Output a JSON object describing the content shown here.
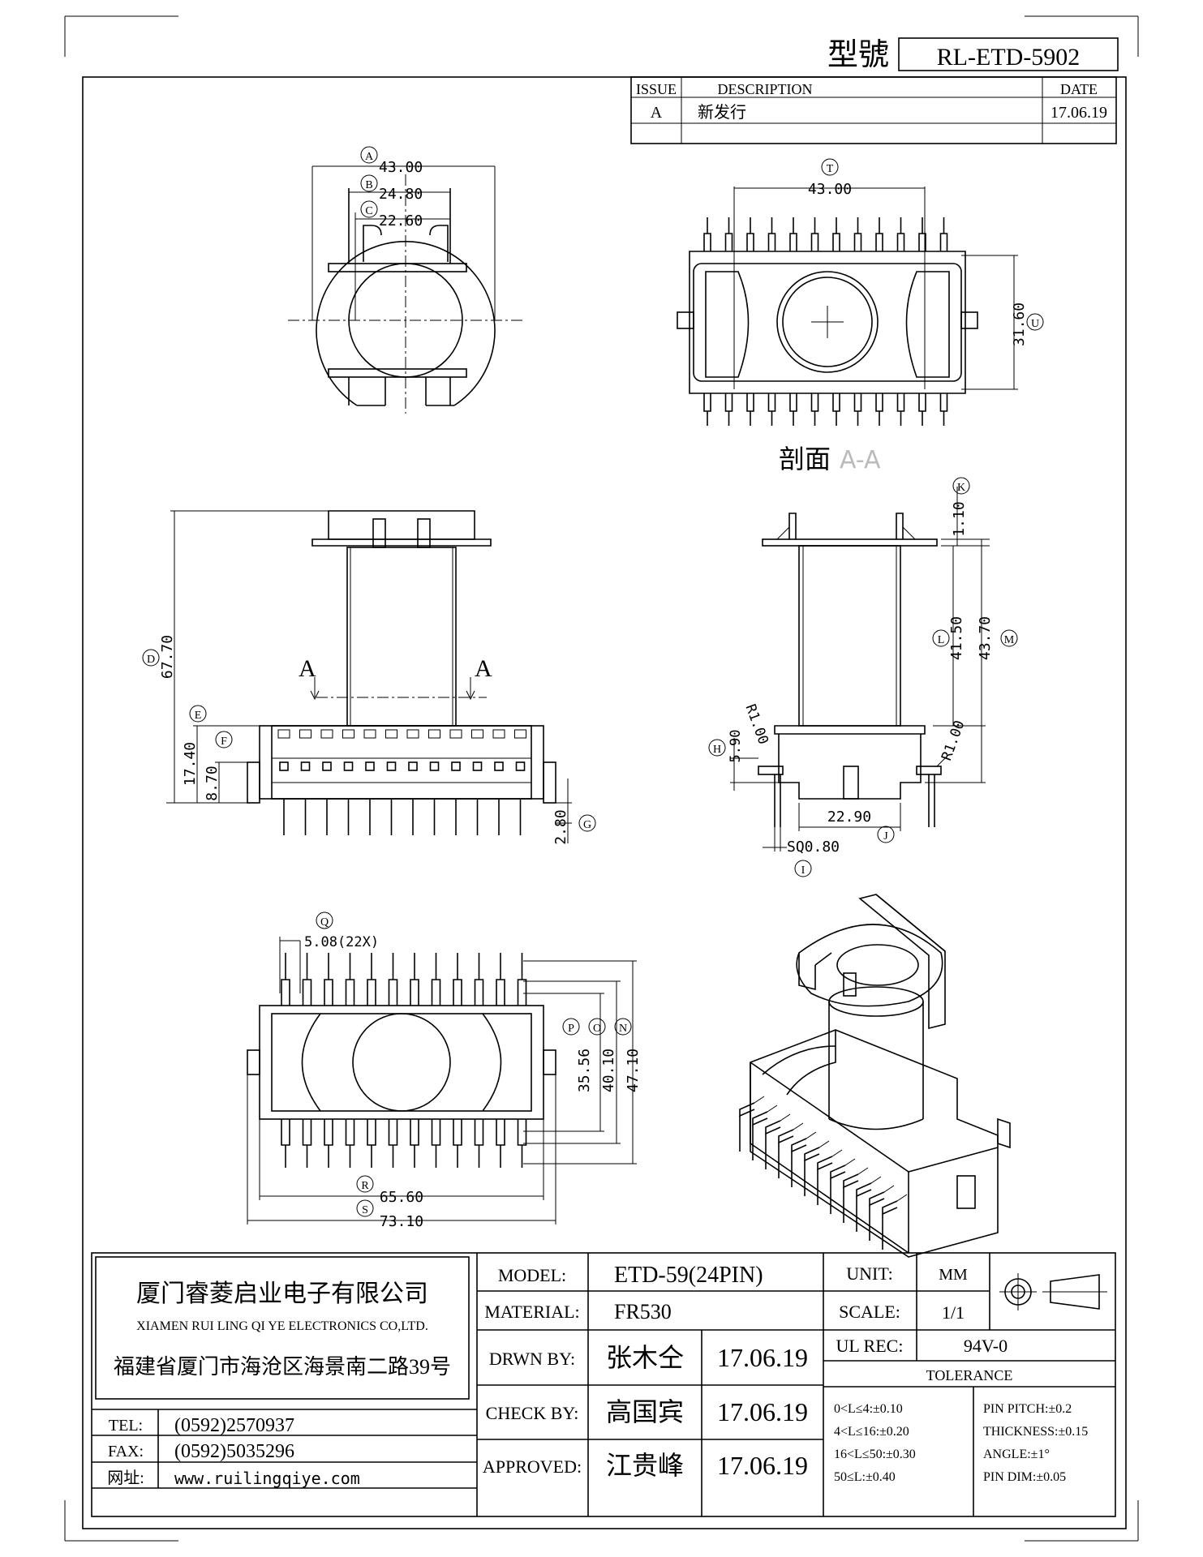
{
  "header": {
    "model_label": "型號",
    "model_number": "RL-ETD-5902"
  },
  "revision_table": {
    "col_issue": "ISSUE",
    "col_description": "DESCRIPTION",
    "col_date": "DATE",
    "rows": [
      {
        "issue": "A",
        "description": "新发行",
        "date": "17.06.19"
      }
    ]
  },
  "views": {
    "top_view": {
      "dims": [
        {
          "tag": "A",
          "value": "43.00"
        },
        {
          "tag": "B",
          "value": "24.80"
        },
        {
          "tag": "C",
          "value": "22.60"
        }
      ]
    },
    "section_view": {
      "title": "剖面",
      "title_suffix": "A-A",
      "dims": [
        {
          "tag": "T",
          "value": "43.00"
        },
        {
          "tag": "U",
          "value": "31.60"
        }
      ]
    },
    "front_view": {
      "section_marker": "A",
      "dims": [
        {
          "tag": "D",
          "value": "67.70"
        },
        {
          "tag": "E",
          "value": "17.40"
        },
        {
          "tag": "F",
          "value": "8.70"
        },
        {
          "tag": "G",
          "value": "2.80"
        }
      ]
    },
    "side_view": {
      "dims": [
        {
          "tag": "K",
          "value": "1.10"
        },
        {
          "tag": "L",
          "value": "41.50"
        },
        {
          "tag": "M",
          "value": "43.70"
        },
        {
          "tag": "H",
          "value": "5.90"
        },
        {
          "tag": "J",
          "value": "22.90"
        },
        {
          "tag": "I",
          "value": "SQ0.80"
        }
      ],
      "radius_left": "R1.00",
      "radius_right": "R1.00"
    },
    "bottom_view": {
      "dims": [
        {
          "tag": "Q",
          "value": "5.08(22X)"
        },
        {
          "tag": "P",
          "value": "35.56"
        },
        {
          "tag": "O",
          "value": "40.10"
        },
        {
          "tag": "N",
          "value": "47.10"
        },
        {
          "tag": "R",
          "value": "65.60"
        },
        {
          "tag": "S",
          "value": "73.10"
        }
      ]
    }
  },
  "title_block": {
    "company_cn": "厦门睿菱启业电子有限公司",
    "company_en": "XIAMEN RUI LING QI YE ELECTRONICS CO,LTD.",
    "address": "福建省厦门市海沧区海景南二路39号",
    "tel_label": "TEL:",
    "tel": "(0592)2570937",
    "fax_label": "FAX:",
    "fax": "(0592)5035296",
    "web_label": "网址:",
    "web": "www.ruilingqiye.com",
    "model_label": "MODEL:",
    "model": "ETD-59(24PIN)",
    "material_label": "MATERIAL:",
    "material": "FR530",
    "drawn_label": "DRWN BY:",
    "drawn_by": "张木仝",
    "drawn_date": "17.06.19",
    "check_label": "CHECK BY:",
    "check_by": "高国宾",
    "check_date": "17.06.19",
    "approved_label": "APPROVED:",
    "approved_by": "江贵峰",
    "approved_date": "17.06.19",
    "unit_label": "UNIT:",
    "unit": "MM",
    "scale_label": "SCALE:",
    "scale": "1/1",
    "ul_label": "UL REC:",
    "ul": "94V-0",
    "tolerance_title": "TOLERANCE",
    "tolerance_left": [
      "0<L≤4:±0.10",
      "4<L≤16:±0.20",
      "16<L≤50:±0.30",
      "50≤L:±0.40"
    ],
    "tolerance_right": [
      "PIN PITCH:±0.2",
      "THICKNESS:±0.15",
      "ANGLE:±1°",
      "PIN DIM:±0.05"
    ]
  }
}
